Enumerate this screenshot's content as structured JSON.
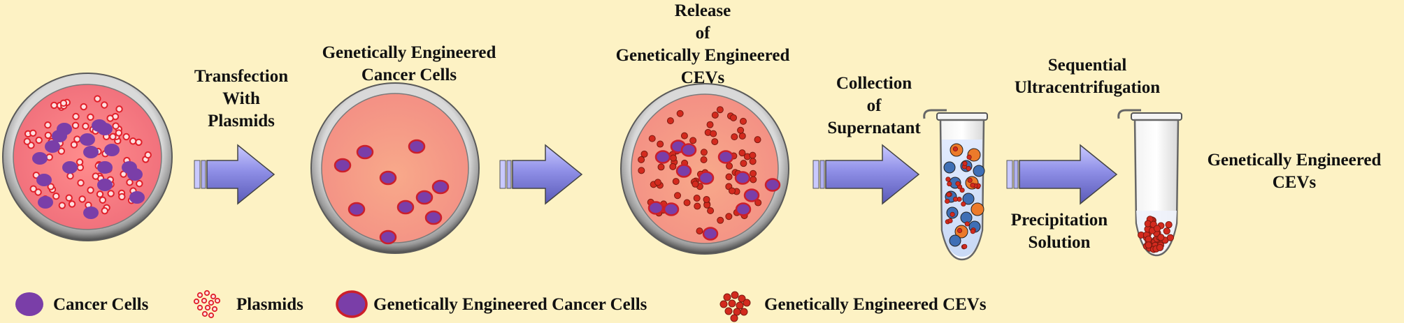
{
  "steps": {
    "transfection": [
      "Transfection",
      "With",
      "Plasmids"
    ],
    "engineered_cells": [
      "Genetically Engineered",
      "Cancer Cells"
    ],
    "release": [
      "Release",
      "of",
      "Genetically Engineered",
      "CEVs"
    ],
    "collection": [
      "Collection",
      "of",
      "Supernatant"
    ],
    "sequential": [
      "Sequential",
      "Ultracentrifugation"
    ],
    "precipitation": [
      "Precipitation",
      "Solution"
    ],
    "result": [
      "Genetically Engineered",
      "CEVs"
    ]
  },
  "legend": {
    "cancer_cells": "Cancer Cells",
    "plasmids": "Plasmids",
    "engineered_cells": "Genetically Engineered Cancer Cells",
    "engineered_cevs": "Genetically Engineered CEVs"
  },
  "colors": {
    "background": "#fdf2c4",
    "dish_rim": "#8a8a8a",
    "dish_fill_red": "#f07a82",
    "dish_fill_peach": "#f4a187",
    "cancer_cell": "#7a3ea8",
    "engineered_border": "#cc1f2a",
    "plasmid": "#e0202a",
    "cev": "#d32a1e",
    "blue_vesicle": "#3f6fb5",
    "orange_vesicle": "#ec7a2a",
    "arrow": "#8e8ee6"
  }
}
